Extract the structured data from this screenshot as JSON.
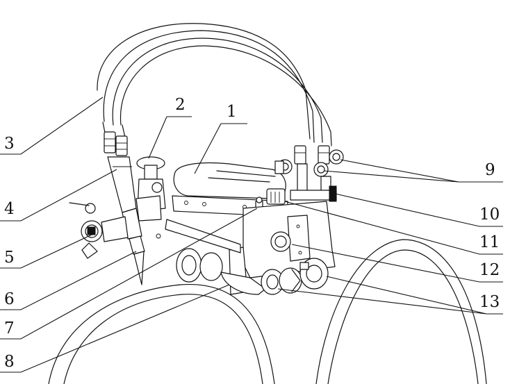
{
  "callouts": [
    {
      "id": "1",
      "text": "1"
    },
    {
      "id": "2",
      "text": "2"
    },
    {
      "id": "3",
      "text": "3"
    },
    {
      "id": "4",
      "text": "4"
    },
    {
      "id": "5",
      "text": "5"
    },
    {
      "id": "6",
      "text": "6"
    },
    {
      "id": "7",
      "text": "7"
    },
    {
      "id": "8",
      "text": "8"
    },
    {
      "id": "9",
      "text": "9"
    },
    {
      "id": "10",
      "text": "10"
    },
    {
      "id": "11",
      "text": "11"
    },
    {
      "id": "12",
      "text": "12"
    },
    {
      "id": "13",
      "text": "13"
    }
  ],
  "colors": {
    "line": "#111111",
    "background": "#ffffff"
  }
}
